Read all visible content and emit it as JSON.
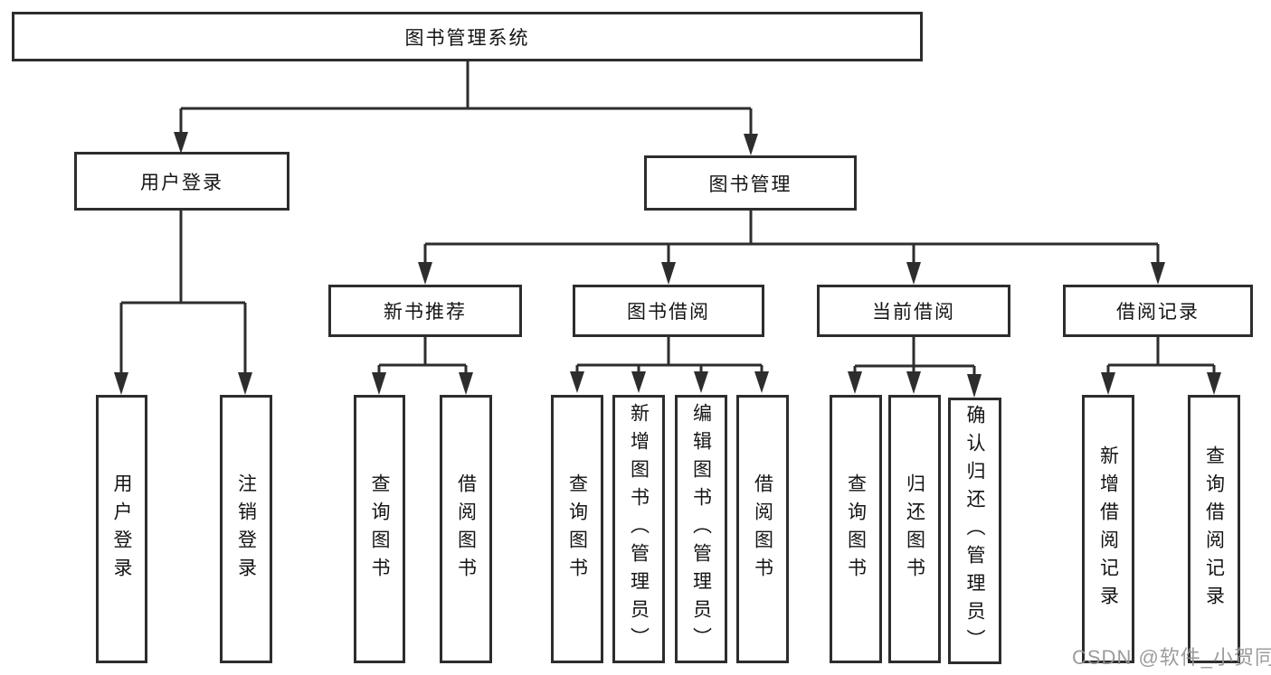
{
  "diagram": {
    "type": "hierarchy-tree",
    "orientation": "top-down",
    "tree": {
      "label": "图书管理系统",
      "children": [
        {
          "label": "用户登录",
          "children": [
            {
              "label": "用户登录"
            },
            {
              "label": "注销登录"
            }
          ]
        },
        {
          "label": "图书管理",
          "children": [
            {
              "label": "新书推荐",
              "children": [
                {
                  "label": "查询图书"
                },
                {
                  "label": "借阅图书"
                }
              ]
            },
            {
              "label": "图书借阅",
              "children": [
                {
                  "label": "查询图书"
                },
                {
                  "label": "新增图书（管理员）"
                },
                {
                  "label": "编辑图书（管理员）"
                },
                {
                  "label": "借阅图书"
                }
              ]
            },
            {
              "label": "当前借阅",
              "children": [
                {
                  "label": "查询图书"
                },
                {
                  "label": "归还图书"
                },
                {
                  "label": "确认归还（管理员）"
                }
              ]
            },
            {
              "label": "借阅记录",
              "children": [
                {
                  "label": "新增借阅记录"
                },
                {
                  "label": "查询借阅记录"
                }
              ]
            }
          ]
        }
      ]
    },
    "colors": {
      "line": "#2d2d2d",
      "box_border": "#2d2d2d",
      "box_fill": "#ffffff",
      "text": "#141414",
      "watermark": "#949494"
    },
    "watermark": "CSDN @软件_小贺同学"
  }
}
